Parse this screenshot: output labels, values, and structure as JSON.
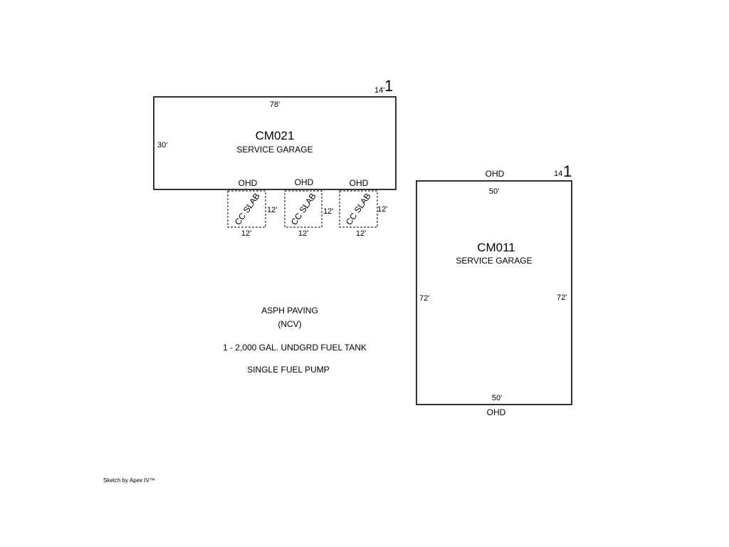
{
  "buildings": [
    {
      "code": "CM021",
      "use": "SERVICE GARAGE",
      "top_dim": "78'",
      "side_dim": "30'",
      "height_dim": "14'",
      "stories": "1",
      "door_labels": [
        "OHD",
        "OHD",
        "OHD"
      ]
    },
    {
      "code": "CM011",
      "use": "SERVICE GARAGE",
      "top_label": "OHD",
      "top_dim": "50'",
      "left_dim": "72'",
      "right_dim": "72'",
      "bottom_dim": "50'",
      "bottom_label": "OHD",
      "height_dim": "14",
      "stories": "1"
    }
  ],
  "slabs": [
    {
      "label": "CC SLAB",
      "side_dim": "12'",
      "bottom_dim": "12'"
    },
    {
      "label": "CC SLAB",
      "side_dim": "12'",
      "bottom_dim": "12'"
    },
    {
      "label": "CC SLAB",
      "side_dim": "12'",
      "bottom_dim": "12'"
    }
  ],
  "notes": {
    "paving": "ASPH PAVING",
    "paving_sub": "(NCV)",
    "tank": "1 - 2,000 GAL. UNDGRD FUEL TANK",
    "pump": "SINGLE FUEL PUMP"
  },
  "credit": "Sketch by Apex IV™"
}
